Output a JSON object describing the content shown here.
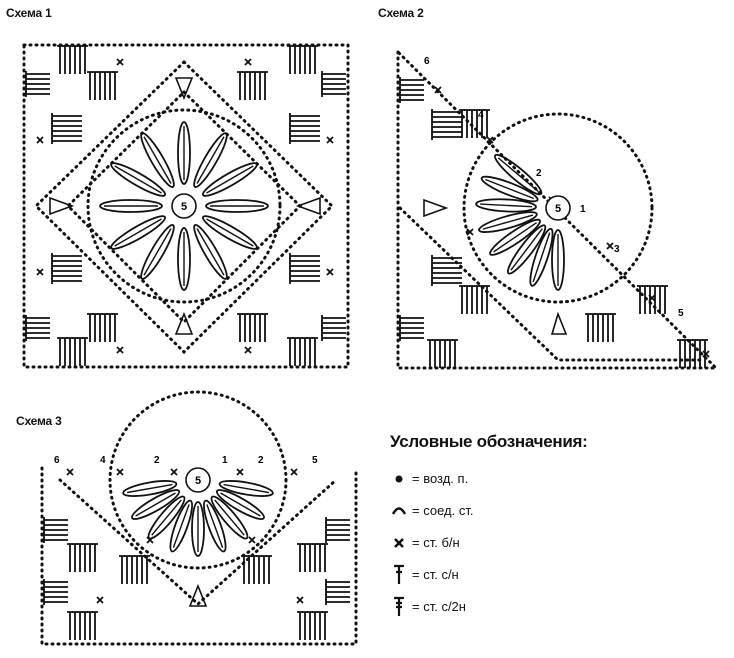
{
  "schemes": [
    {
      "title": "Схема 1"
    },
    {
      "title": "Схема 2",
      "row_labels": [
        "6",
        "4",
        "2",
        "1",
        "3",
        "5"
      ]
    },
    {
      "title": "Схема 3",
      "row_labels": [
        "6",
        "4",
        "2",
        "1",
        "2",
        "5"
      ]
    }
  ],
  "center_label": "5",
  "legend": {
    "title": "Условные обозначения:",
    "items": [
      {
        "icon": "chain-dot-icon",
        "text": "= возд. п."
      },
      {
        "icon": "slip-stitch-arc-icon",
        "text": "= соед. ст."
      },
      {
        "icon": "cross-icon",
        "text": "= ст. б/н"
      },
      {
        "icon": "dc-stitch-icon",
        "text": "= ст. с/н"
      },
      {
        "icon": "tr-stitch-icon",
        "text": "= ст. с/2н"
      }
    ]
  }
}
